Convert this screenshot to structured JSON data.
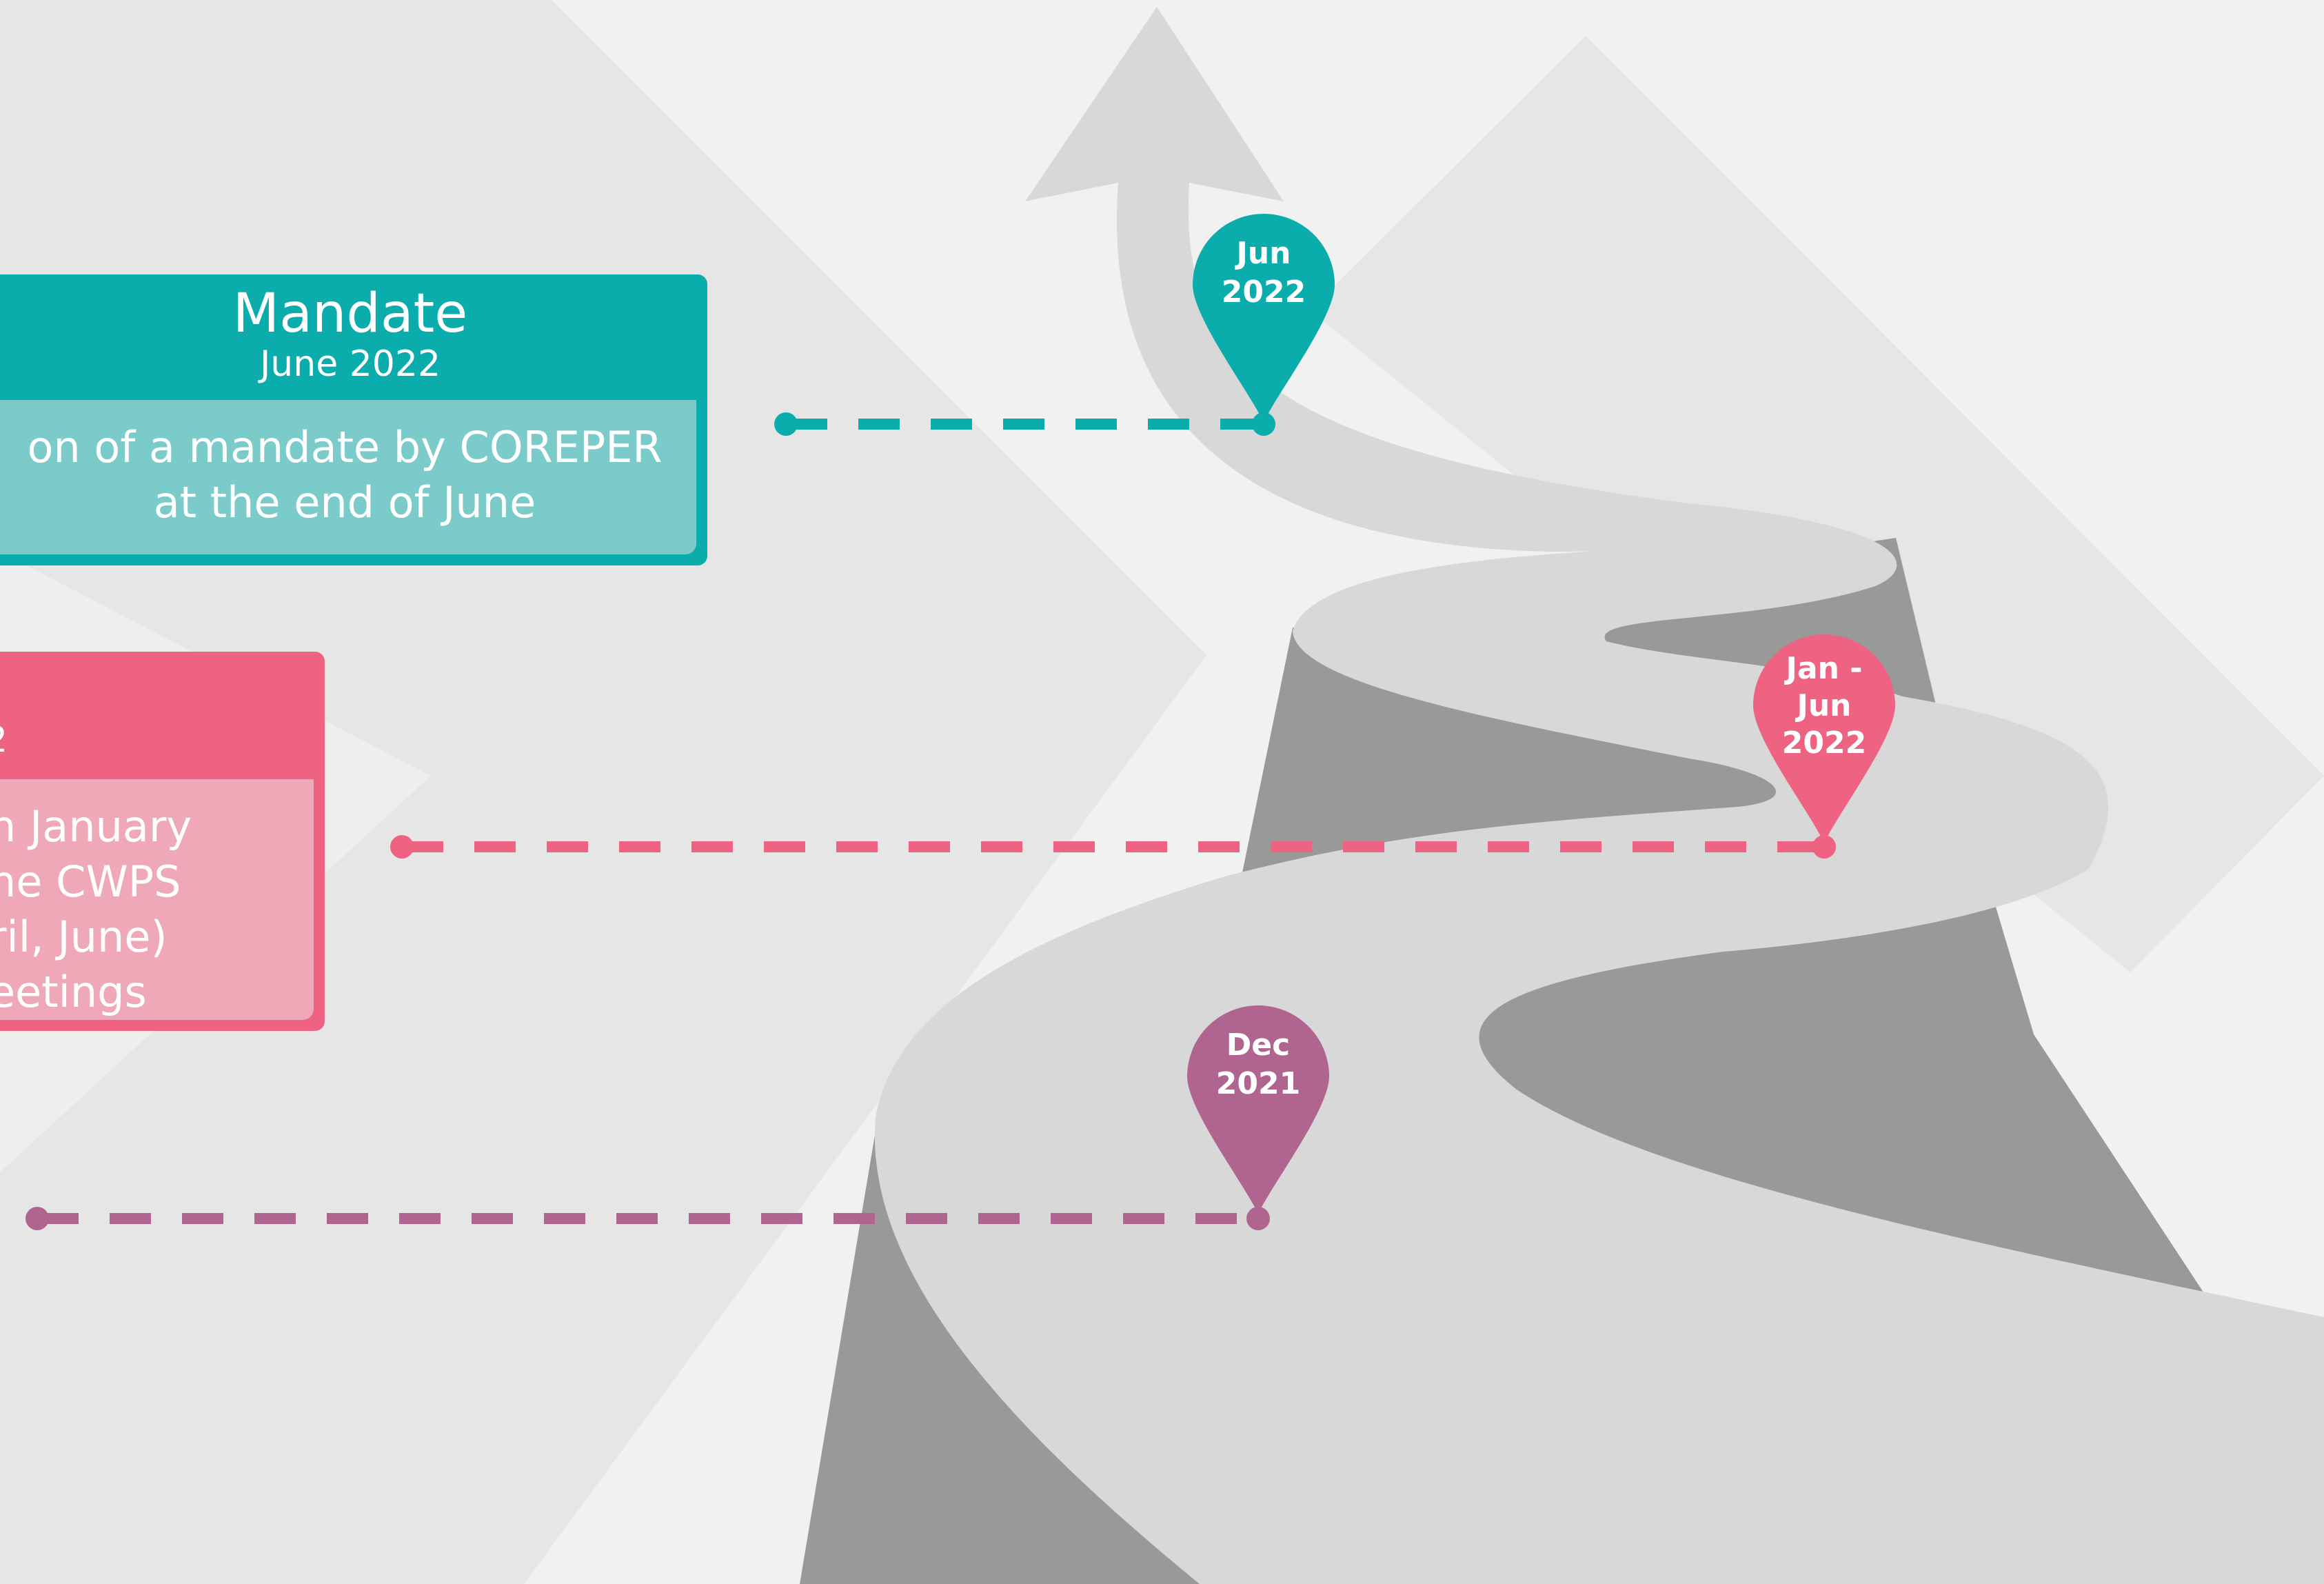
{
  "colors": {
    "teal": "#0aadac",
    "teal_light": "#7acbca",
    "pink": "#ee6381",
    "pink_light": "#eea8b8",
    "purple": "#b06490",
    "road": "#d8d8d8",
    "cliff": "#999999",
    "mountain": "#e6e6e6",
    "background": "#f1f1f1"
  },
  "cards": {
    "mandate": {
      "title": "Mandate",
      "subtitle": "June 2022",
      "lines": [
        "on of a mandate by COREPER",
        "at the end of June"
      ]
    },
    "meetings": {
      "subtitle": "2",
      "lines": [
        "n January",
        "he CWPS",
        "ril, June)",
        "eetings"
      ]
    }
  },
  "pins": {
    "jun_2022": {
      "lines": [
        "Jun",
        "2022"
      ],
      "icon": "location-pin-icon"
    },
    "jan_jun_2022": {
      "lines": [
        "Jan -",
        "Jun",
        "2022"
      ],
      "icon": "location-pin-icon"
    },
    "dec_2021": {
      "lines": [
        "Dec",
        "2021"
      ],
      "icon": "location-pin-icon"
    }
  },
  "decor": {
    "arrow_icon": "arrow-up-icon",
    "road_icon": "winding-road",
    "mountain_icon": "mountain-shape"
  }
}
